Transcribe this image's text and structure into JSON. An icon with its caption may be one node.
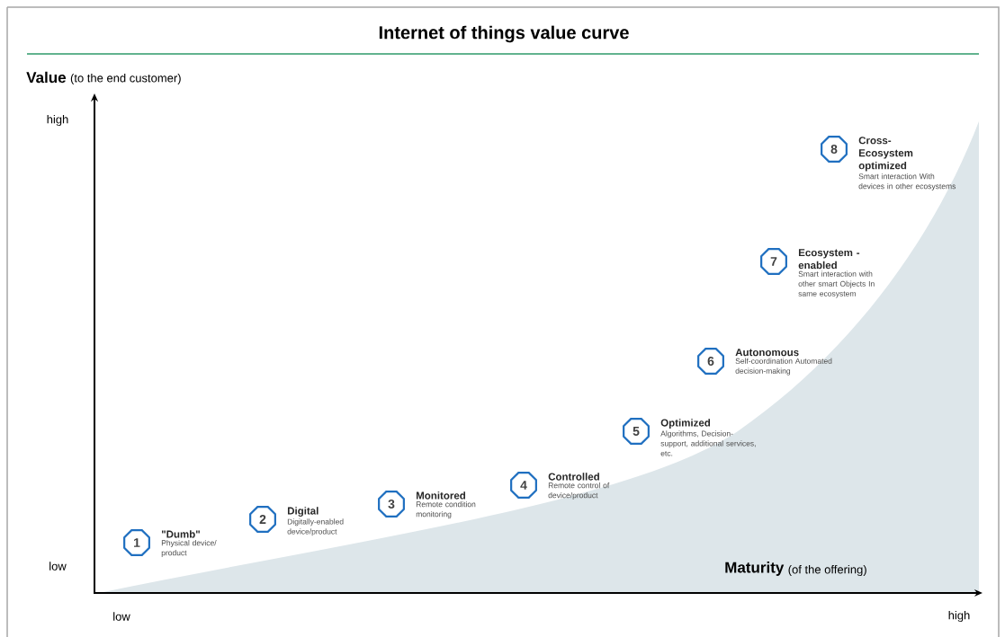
{
  "diagram": {
    "title": "Internet of things value curve",
    "nodes": [
      {
        "text": [
          "1"
        ],
        "beside": [
          "\"Dumb\"",
          "Physical device/ product"
        ]
      },
      {
        "text": [
          "2"
        ],
        "beside": [
          "Digital",
          "Digitally-enabled device/product"
        ]
      },
      {
        "text": [
          "3"
        ],
        "beside": [
          "Monitored",
          "Remote condition monitoring"
        ]
      },
      {
        "text": [
          "4"
        ],
        "beside": [
          "Controlled",
          "Remote control of device/product"
        ]
      },
      {
        "text": [
          "5"
        ],
        "beside": [
          "Optimized",
          "Algorithms, Decision-support, additional services, etc."
        ]
      },
      {
        "text": [
          "6"
        ],
        "beside": [
          "Autonomous",
          "Self-coordination Automated decision-making"
        ]
      },
      {
        "text": [
          "7"
        ],
        "beside": [
          "Ecosystem -enabled",
          "Smart interaction with other smart Objects In same ecosystem"
        ]
      },
      {
        "text": [
          "8"
        ],
        "beside": [
          "Cross- Ecosystem optimized",
          "Smart interaction With devices in other ecosystems"
        ]
      }
    ],
    "labels": [
      "Value",
      "(to the end customer)",
      "high",
      "low",
      "Maturity",
      "(of the offering)",
      "low",
      "high"
    ]
  }
}
